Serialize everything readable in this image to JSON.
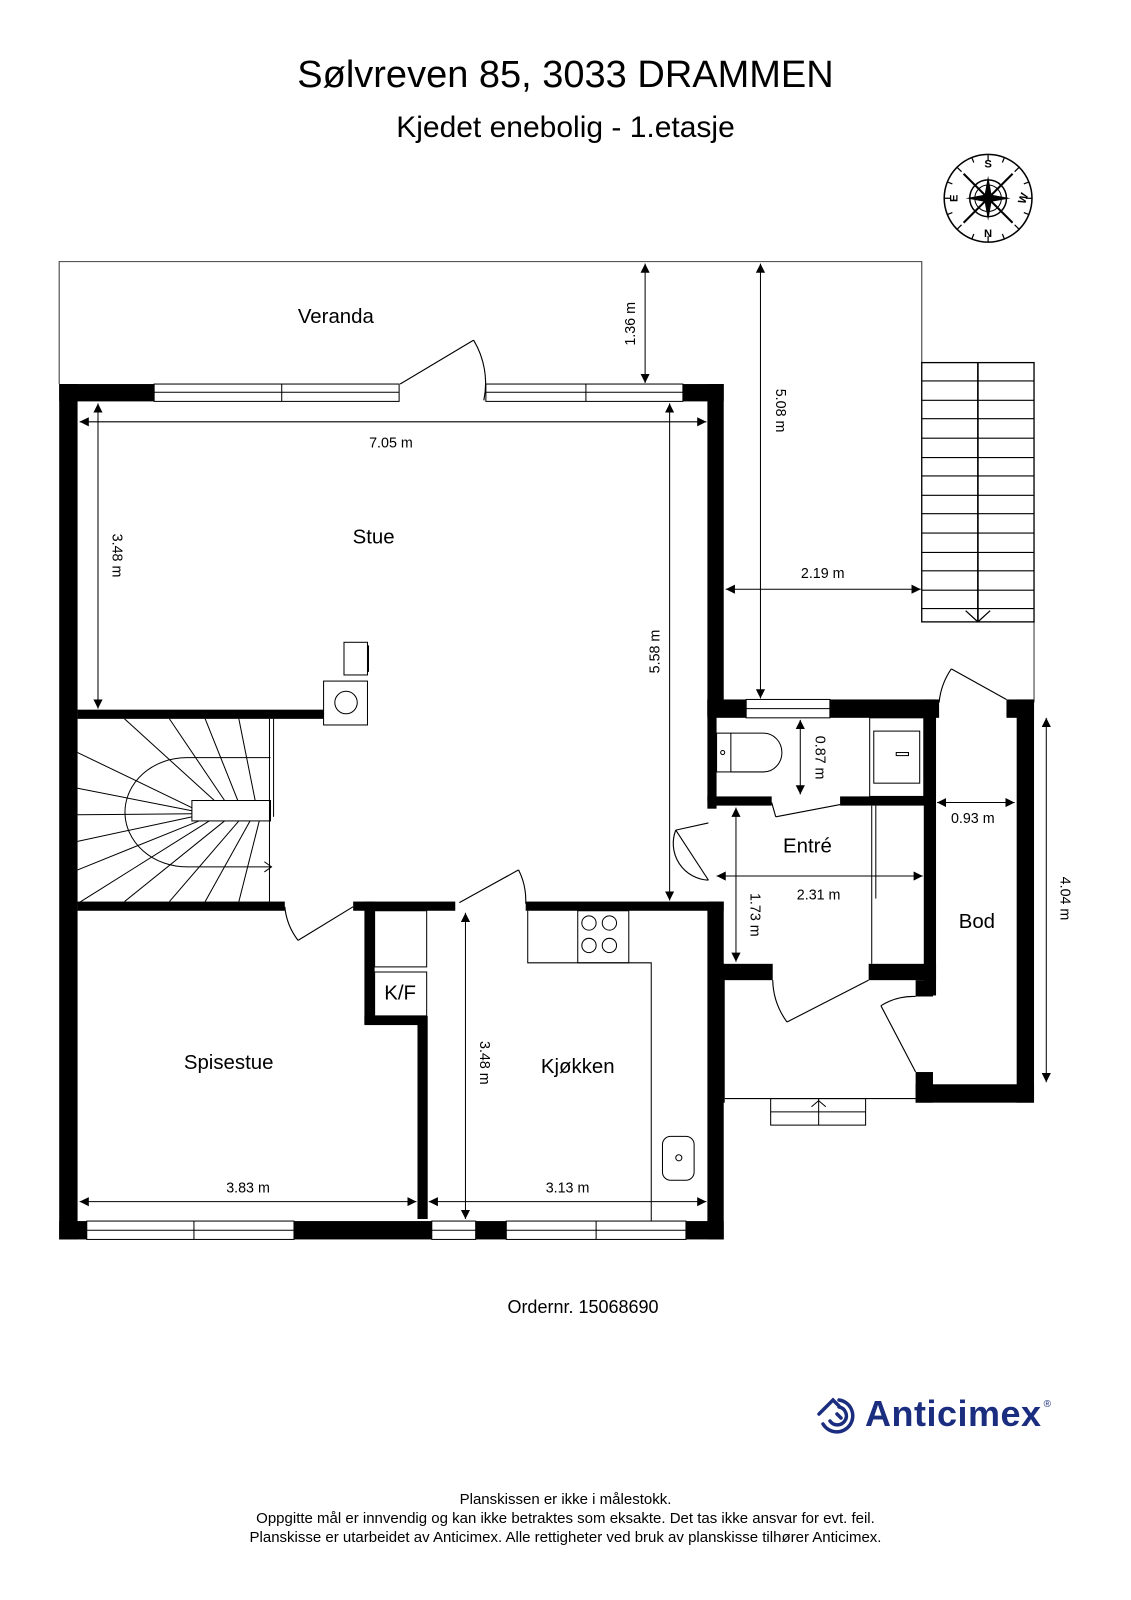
{
  "header": {
    "title": "Sølvreven 85, 3033 DRAMMEN",
    "subtitle": "Kjedet enebolig - 1.etasje"
  },
  "compass": {
    "north": "N",
    "south": "S",
    "east": "E",
    "west": "W"
  },
  "rooms": {
    "veranda": "Veranda",
    "stue": "Stue",
    "spisestue": "Spisestue",
    "kjokken": "Kjøkken",
    "kf": "K/F",
    "entre": "Entré",
    "bod": "Bod"
  },
  "dimensions": {
    "veranda_depth": "1.36 m",
    "stue_width": "7.05 m",
    "stue_left_height": "3.48 m",
    "stue_right_height": "5.58 m",
    "terrace_height": "5.08 m",
    "terrace_width": "2.19 m",
    "wc_height": "0.87 m",
    "bod_width": "0.93 m",
    "entre_width": "2.31 m",
    "entre_height": "1.73 m",
    "bod_height": "4.04 m",
    "kjokken_height": "3.48 m",
    "spisestue_width": "3.83 m",
    "kjokken_width": "3.13 m"
  },
  "order": {
    "label": "Ordernr. 15068690"
  },
  "brand": {
    "name": "Anticimex",
    "registered": "®",
    "color": "#1b2d7f"
  },
  "footer": {
    "line1": "Planskissen er ikke i målestokk.",
    "line2": "Oppgitte mål er innvendig og kan ikke betraktes som eksakte. Det tas ikke ansvar for evt. feil.",
    "line3": "Planskisse er utarbeidet av Anticimex. Alle rettigheter ved bruk av planskisse tilhører Anticimex."
  }
}
